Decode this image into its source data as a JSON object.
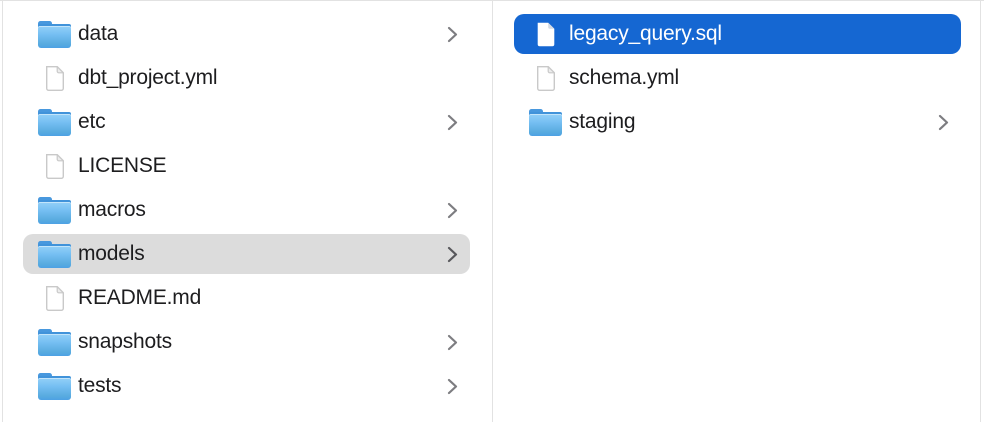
{
  "app": "finder-column-view",
  "colors": {
    "selection_active": "#1567d2",
    "selection_inactive": "#dcdcdc",
    "text_primary": "#1d1d1f",
    "text_selected": "#ffffff",
    "chevron": "#7d7d81",
    "divider": "#e2e2e2",
    "background": "#ffffff",
    "folder_blue": "#5fb0ec"
  },
  "columns": [
    {
      "name": "left-column",
      "items": [
        {
          "label": "data",
          "icon": "folder-icon",
          "chevron": true,
          "selected": "none"
        },
        {
          "label": "dbt_project.yml",
          "icon": "document-icon",
          "chevron": false,
          "selected": "none"
        },
        {
          "label": "etc",
          "icon": "folder-icon",
          "chevron": true,
          "selected": "none"
        },
        {
          "label": "LICENSE",
          "icon": "document-icon",
          "chevron": false,
          "selected": "none"
        },
        {
          "label": "macros",
          "icon": "folder-icon",
          "chevron": true,
          "selected": "none"
        },
        {
          "label": "models",
          "icon": "folder-icon",
          "chevron": true,
          "selected": "inactive"
        },
        {
          "label": "README.md",
          "icon": "document-icon",
          "chevron": false,
          "selected": "none"
        },
        {
          "label": "snapshots",
          "icon": "folder-icon",
          "chevron": true,
          "selected": "none"
        },
        {
          "label": "tests",
          "icon": "folder-icon",
          "chevron": true,
          "selected": "none"
        }
      ]
    },
    {
      "name": "right-column",
      "items": [
        {
          "label": "legacy_query.sql",
          "icon": "document-icon",
          "chevron": false,
          "selected": "active"
        },
        {
          "label": "schema.yml",
          "icon": "document-icon",
          "chevron": false,
          "selected": "none"
        },
        {
          "label": "staging",
          "icon": "folder-icon",
          "chevron": true,
          "selected": "none"
        }
      ]
    }
  ]
}
